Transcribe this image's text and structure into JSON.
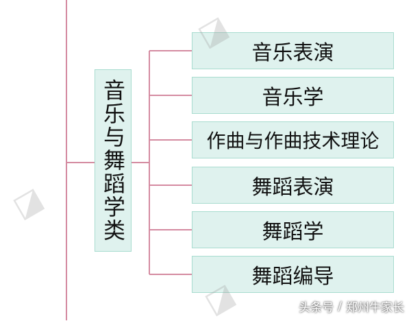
{
  "diagram": {
    "category": "音乐与舞蹈学类",
    "majors": [
      "音乐表演",
      "音乐学",
      "作曲与作曲技术理论",
      "舞蹈表演",
      "舞蹈学",
      "舞蹈编导"
    ],
    "line_color": "#d48aa0",
    "box_fill": "#dff2ee",
    "box_border": "#a8dccf"
  },
  "footer": {
    "source": "头条号",
    "separator": "/",
    "author": "郑州牛家长"
  }
}
